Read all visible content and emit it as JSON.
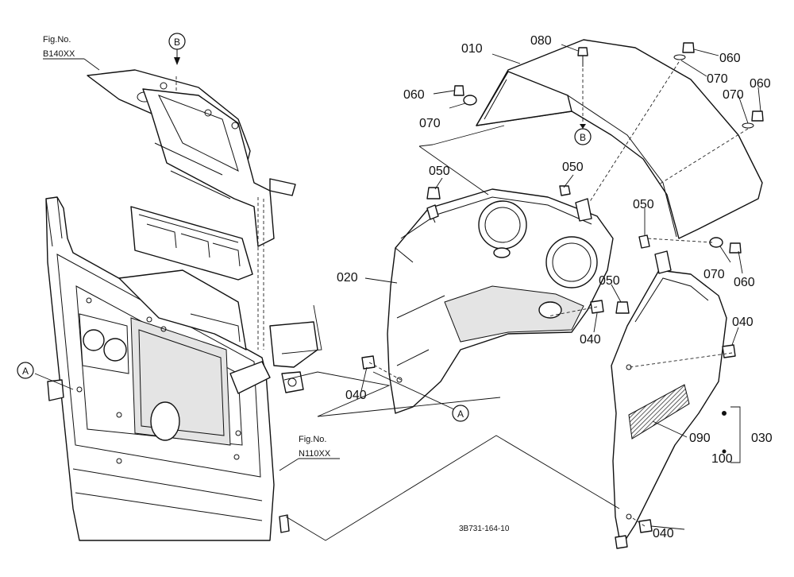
{
  "figure_refs": [
    {
      "id": "fig-b140",
      "caption": "Fig.No.",
      "code": "B140XX"
    },
    {
      "id": "fig-n110",
      "caption": "Fig.No.",
      "code": "N110XX"
    }
  ],
  "connector_marks": {
    "a": "A",
    "b": "B"
  },
  "part_labels": {
    "p010": "010",
    "p020": "020",
    "p030": "030",
    "p040": "040",
    "p050": "050",
    "p060": "060",
    "p070": "070",
    "p080": "080",
    "p090": "090",
    "p100": "100"
  },
  "drawing_number": "3B731-164-10"
}
